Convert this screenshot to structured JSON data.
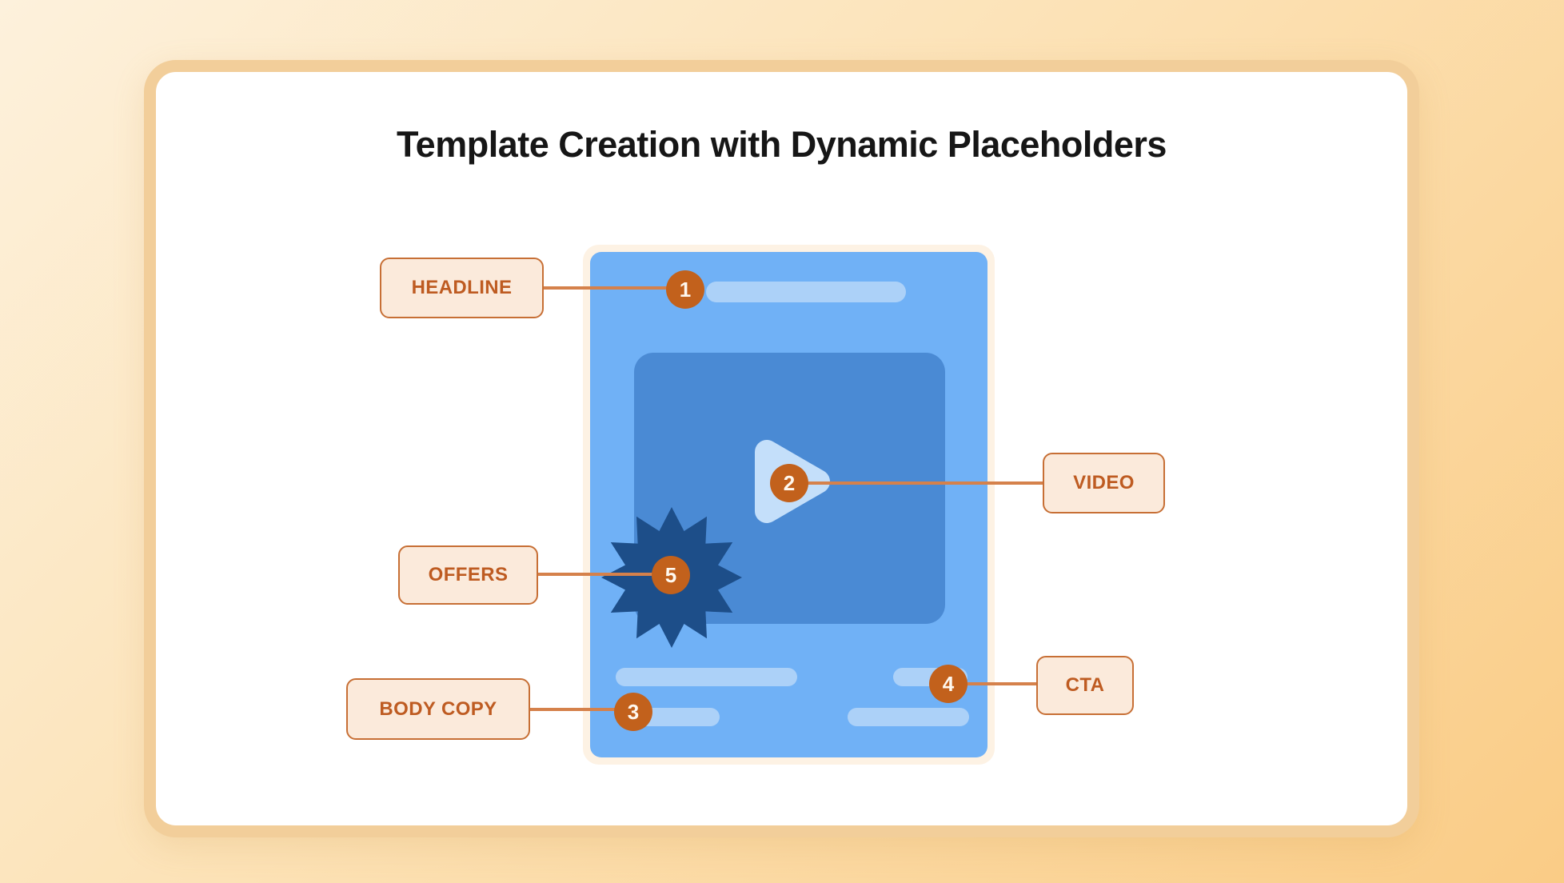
{
  "title": "Template Creation with Dynamic Placeholders",
  "callouts": {
    "headline": {
      "number": "1",
      "label": "HEADLINE"
    },
    "video": {
      "number": "2",
      "label": "VIDEO"
    },
    "body_copy": {
      "number": "3",
      "label": "BODY COPY"
    },
    "cta": {
      "number": "4",
      "label": "CTA"
    },
    "offers": {
      "number": "5",
      "label": "OFFERS"
    }
  },
  "colors": {
    "background_gradient_start": "#FDF1DC",
    "background_gradient_end": "#FACC86",
    "card_border": "#F2CE9A",
    "card_background": "#FFFFFF",
    "template_frame": "#FDF2E4",
    "template_background": "#70B1F6",
    "placeholder_bar": "#ACD1F8",
    "video_area": "#4A8AD4",
    "play_button": "#C4DFFA",
    "offers_starburst": "#1D4E89",
    "marker_circle": "#C2611C",
    "connector_line": "#D5814B",
    "label_background": "#FBEADB",
    "label_border": "#C76F35",
    "label_text": "#BE5B21",
    "title_text": "#161616"
  }
}
